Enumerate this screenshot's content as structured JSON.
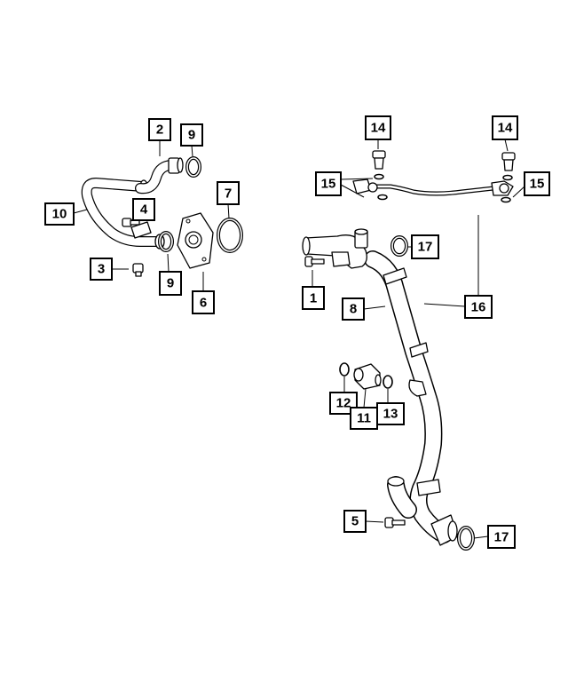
{
  "callouts": [
    {
      "label": "1"
    },
    {
      "label": "2"
    },
    {
      "label": "3"
    },
    {
      "label": "4"
    },
    {
      "label": "5"
    },
    {
      "label": "6"
    },
    {
      "label": "7"
    },
    {
      "label": "8"
    },
    {
      "label": "9"
    },
    {
      "label": "9"
    },
    {
      "label": "10"
    },
    {
      "label": "11"
    },
    {
      "label": "12"
    },
    {
      "label": "13"
    },
    {
      "label": "14"
    },
    {
      "label": "14"
    },
    {
      "label": "15"
    },
    {
      "label": "15"
    },
    {
      "label": "16"
    },
    {
      "label": "17"
    },
    {
      "label": "17"
    }
  ]
}
